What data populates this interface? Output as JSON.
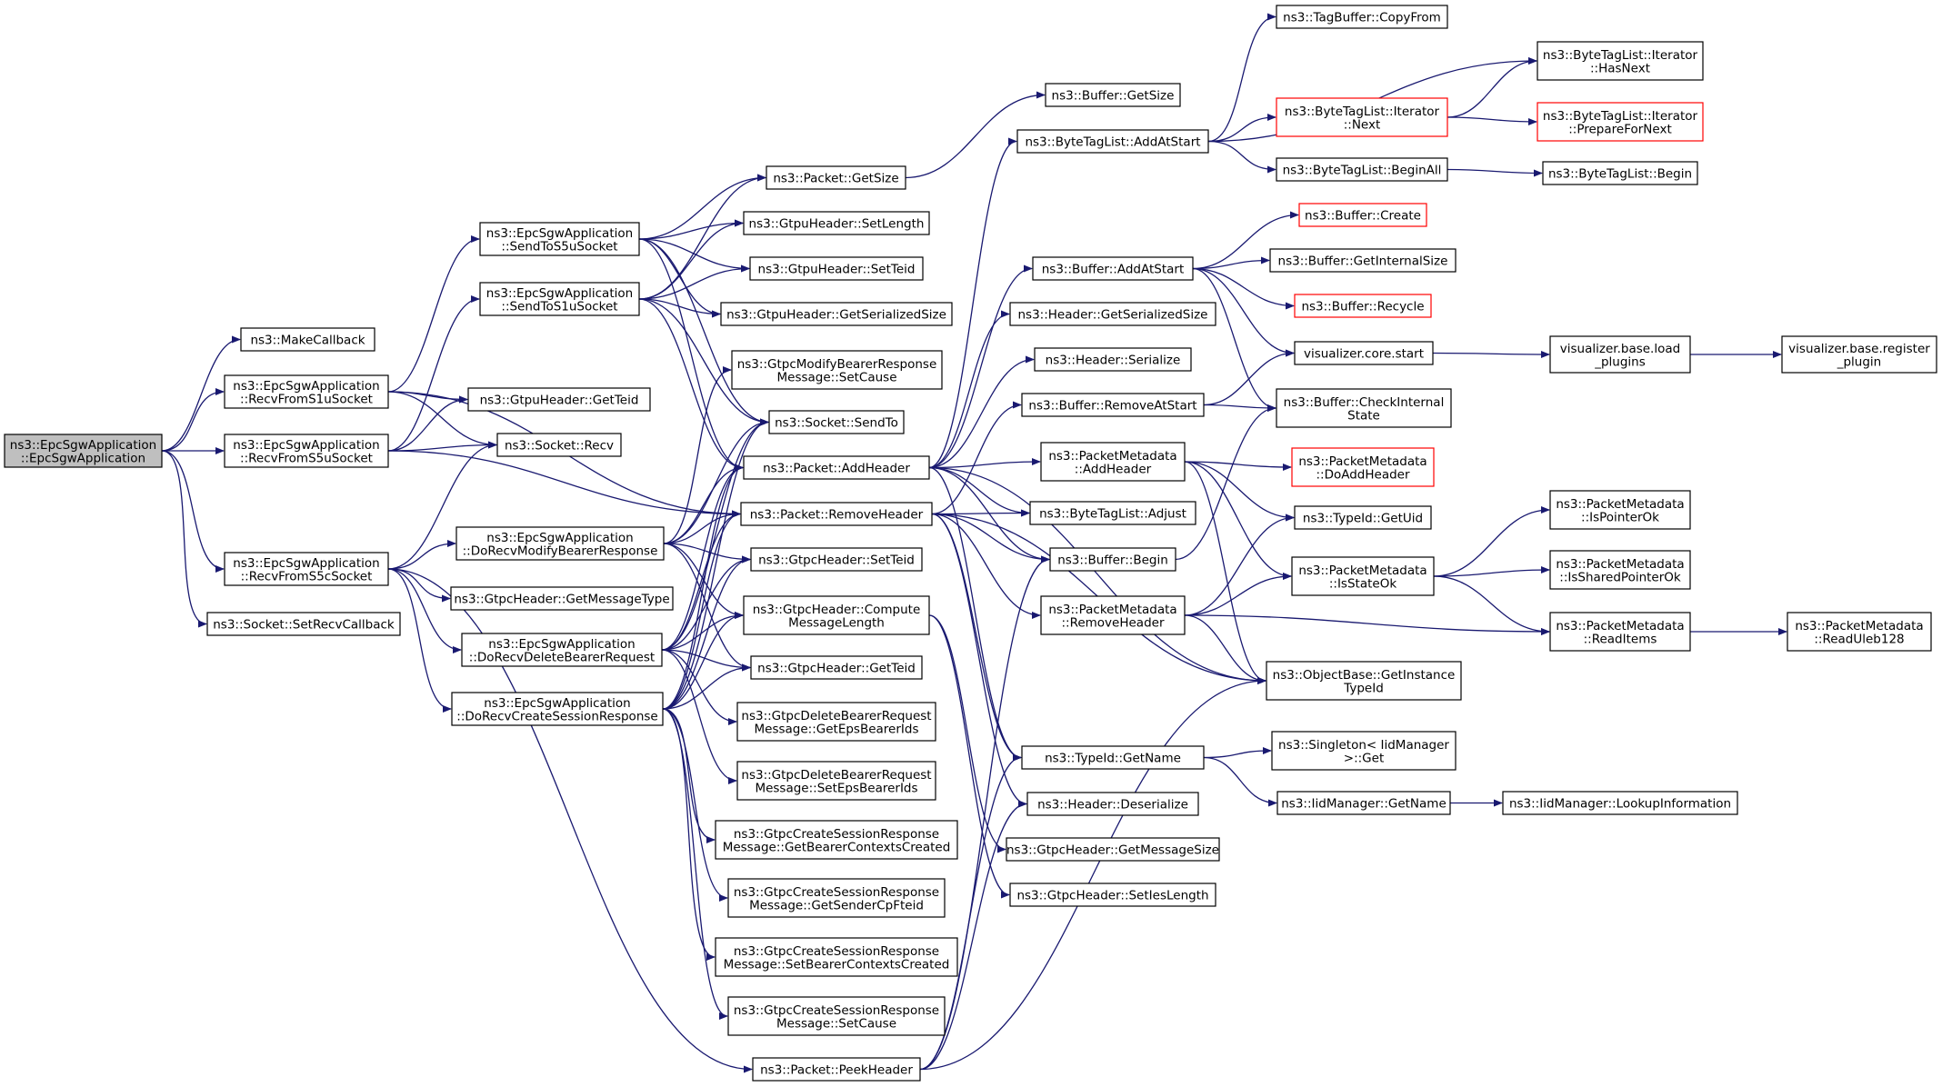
{
  "diagram": {
    "type": "call-graph",
    "edge_color": "#191970",
    "node_border_color": "#000000",
    "truncated_node_border_color": "#ff0000",
    "root_fill_color": "#bfbfbf",
    "nodes": {
      "root": [
        "ns3::EpcSgwApplication",
        "::EpcSgwApplication"
      ],
      "makeCallback": [
        "ns3::MakeCallback"
      ],
      "recvS1u": [
        "ns3::EpcSgwApplication",
        "::RecvFromS1uSocket"
      ],
      "recvS5u": [
        "ns3::EpcSgwApplication",
        "::RecvFromS5uSocket"
      ],
      "recvS5c": [
        "ns3::EpcSgwApplication",
        "::RecvFromS5cSocket"
      ],
      "setRecvCallback": [
        "ns3::Socket::SetRecvCallback"
      ],
      "sendS5u": [
        "ns3::EpcSgwApplication",
        "::SendToS5uSocket"
      ],
      "sendS1u": [
        "ns3::EpcSgwApplication",
        "::SendToS1uSocket"
      ],
      "gtpuGetTeid": [
        "ns3::GtpuHeader::GetTeid"
      ],
      "socketRecv": [
        "ns3::Socket::Recv"
      ],
      "doModify": [
        "ns3::EpcSgwApplication",
        "::DoRecvModifyBearerResponse"
      ],
      "gtpcGetMsgType": [
        "ns3::GtpcHeader::GetMessageType"
      ],
      "doDelete": [
        "ns3::EpcSgwApplication",
        "::DoRecvDeleteBearerRequest"
      ],
      "doCreate": [
        "ns3::EpcSgwApplication",
        "::DoRecvCreateSessionResponse"
      ],
      "packetGetSize": [
        "ns3::Packet::GetSize"
      ],
      "gtpuSetLength": [
        "ns3::GtpuHeader::SetLength"
      ],
      "gtpuSetTeid": [
        "ns3::GtpuHeader::SetTeid"
      ],
      "gtpuGetSerSize": [
        "ns3::GtpuHeader::GetSerializedSize"
      ],
      "modifySetCause": [
        "ns3::GtpcModifyBearerResponse",
        "Message::SetCause"
      ],
      "socketSendTo": [
        "ns3::Socket::SendTo"
      ],
      "packetAddHeader": [
        "ns3::Packet::AddHeader"
      ],
      "packetRemoveHeader": [
        "ns3::Packet::RemoveHeader"
      ],
      "gtpcSetTeid": [
        "ns3::GtpcHeader::SetTeid"
      ],
      "gtpcComputeLen": [
        "ns3::GtpcHeader::Compute",
        "MessageLength"
      ],
      "gtpcGetTeid": [
        "ns3::GtpcHeader::GetTeid"
      ],
      "delGetEps": [
        "ns3::GtpcDeleteBearerRequest",
        "Message::GetEpsBearerIds"
      ],
      "delSetEps": [
        "ns3::GtpcDeleteBearerRequest",
        "Message::SetEpsBearerIds"
      ],
      "csGetBearerCtx": [
        "ns3::GtpcCreateSessionResponse",
        "Message::GetBearerContextsCreated"
      ],
      "csGetSenderCp": [
        "ns3::GtpcCreateSessionResponse",
        "Message::GetSenderCpFteid"
      ],
      "csSetBearerCtx": [
        "ns3::GtpcCreateSessionResponse",
        "Message::SetBearerContextsCreated"
      ],
      "csSetCause": [
        "ns3::GtpcCreateSessionResponse",
        "Message::SetCause"
      ],
      "packetPeekHeader": [
        "ns3::Packet::PeekHeader"
      ],
      "bufferGetSize": [
        "ns3::Buffer::GetSize"
      ],
      "btlAddAtStart": [
        "ns3::ByteTagList::AddAtStart"
      ],
      "bufferAddAtStart": [
        "ns3::Buffer::AddAtStart"
      ],
      "headerGetSerSize": [
        "ns3::Header::GetSerializedSize"
      ],
      "headerSerialize": [
        "ns3::Header::Serialize"
      ],
      "bufferRemoveAtStart": [
        "ns3::Buffer::RemoveAtStart"
      ],
      "pmAddHeader": [
        "ns3::PacketMetadata",
        "::AddHeader"
      ],
      "btlAdjust": [
        "ns3::ByteTagList::Adjust"
      ],
      "bufferBegin": [
        "ns3::Buffer::Begin"
      ],
      "pmRemoveHeader": [
        "ns3::PacketMetadata",
        "::RemoveHeader"
      ],
      "typeIdGetName": [
        "ns3::TypeId::GetName"
      ],
      "headerDeserialize": [
        "ns3::Header::Deserialize"
      ],
      "gtpcGetMsgSize": [
        "ns3::GtpcHeader::GetMessageSize"
      ],
      "gtpcSetIesLen": [
        "ns3::GtpcHeader::SetIesLength"
      ],
      "tagBufferCopyFrom": [
        "ns3::TagBuffer::CopyFrom"
      ],
      "btlIterNext": [
        "ns3::ByteTagList::Iterator",
        "::Next"
      ],
      "btlBeginAll": [
        "ns3::ByteTagList::BeginAll"
      ],
      "bufferCreate": [
        "ns3::Buffer::Create"
      ],
      "bufferGetInternalSize": [
        "ns3::Buffer::GetInternalSize"
      ],
      "bufferRecycle": [
        "ns3::Buffer::Recycle"
      ],
      "vizStart": [
        "visualizer.core.start"
      ],
      "bufferCheckInternal": [
        "ns3::Buffer::CheckInternal",
        "State"
      ],
      "pmDoAddHeader": [
        "ns3::PacketMetadata",
        "::DoAddHeader"
      ],
      "typeIdGetUid": [
        "ns3::TypeId::GetUid"
      ],
      "pmIsStateOk": [
        "ns3::PacketMetadata",
        "::IsStateOk"
      ],
      "objGetInstTypeId": [
        "ns3::ObjectBase::GetInstance",
        "TypeId"
      ],
      "singletonGet": [
        "ns3::Singleton< IidManager",
        ">::Get"
      ],
      "iidGetName": [
        "ns3::IidManager::GetName"
      ],
      "btlIterHasNext": [
        "ns3::ByteTagList::Iterator",
        "::HasNext"
      ],
      "btlIterPrepare": [
        "ns3::ByteTagList::Iterator",
        "::PrepareForNext"
      ],
      "btlBegin": [
        "ns3::ByteTagList::Begin"
      ],
      "vizLoadPlugins": [
        "visualizer.base.load",
        "_plugins"
      ],
      "pmIsPointerOk": [
        "ns3::PacketMetadata",
        "::IsPointerOk"
      ],
      "pmIsSharedPtrOk": [
        "ns3::PacketMetadata",
        "::IsSharedPointerOk"
      ],
      "pmReadItems": [
        "ns3::PacketMetadata",
        "::ReadItems"
      ],
      "iidLookup": [
        "ns3::IidManager::LookupInformation"
      ],
      "vizRegisterPlugin": [
        "visualizer.base.register",
        "_plugin"
      ],
      "pmReadUleb": [
        "ns3::PacketMetadata",
        "::ReadUleb128"
      ]
    }
  }
}
